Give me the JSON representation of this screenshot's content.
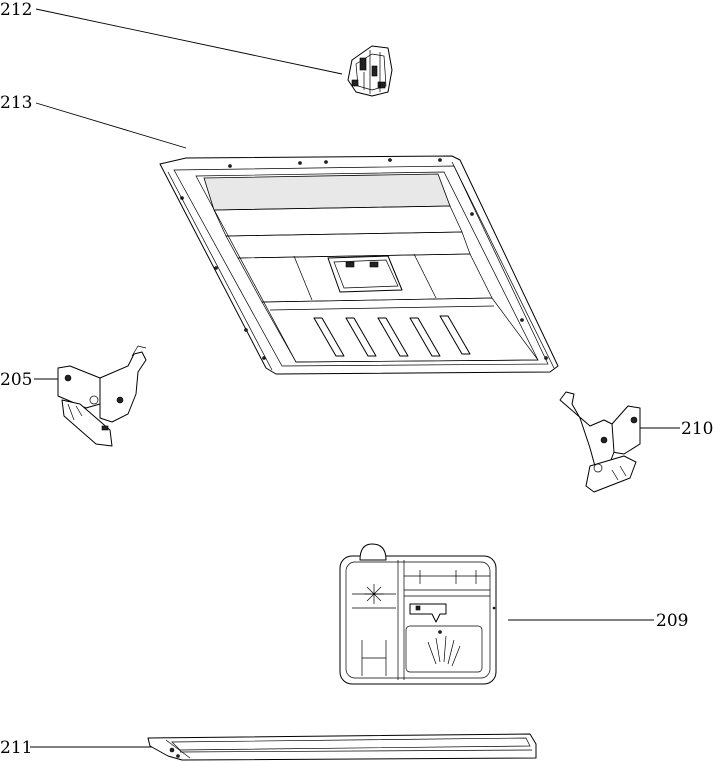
{
  "callouts": {
    "c212": "212",
    "c213": "213",
    "c205": "205",
    "c210": "210",
    "c209": "209",
    "c211": "211"
  }
}
